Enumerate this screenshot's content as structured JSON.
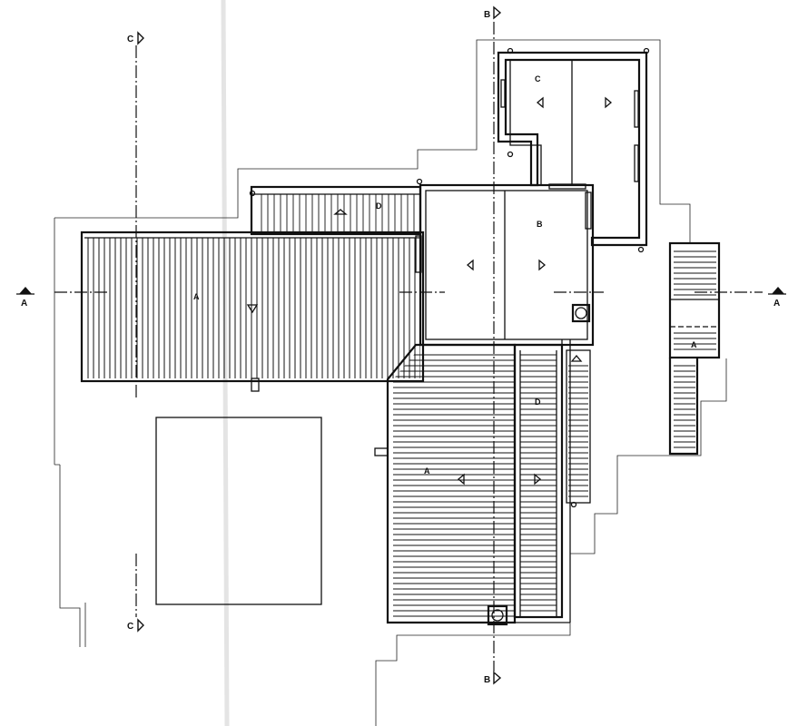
{
  "plan": {
    "section_markers": {
      "a": "A",
      "b": "B",
      "c": "C"
    },
    "room_labels": {
      "deck_west": "A",
      "deck_south": "A",
      "east_landing": "A",
      "living": "B",
      "bedroom": "C",
      "porch_north": "D",
      "walkway": "D"
    },
    "colors": {
      "ink": "#111111",
      "paper": "#ffffff"
    }
  }
}
